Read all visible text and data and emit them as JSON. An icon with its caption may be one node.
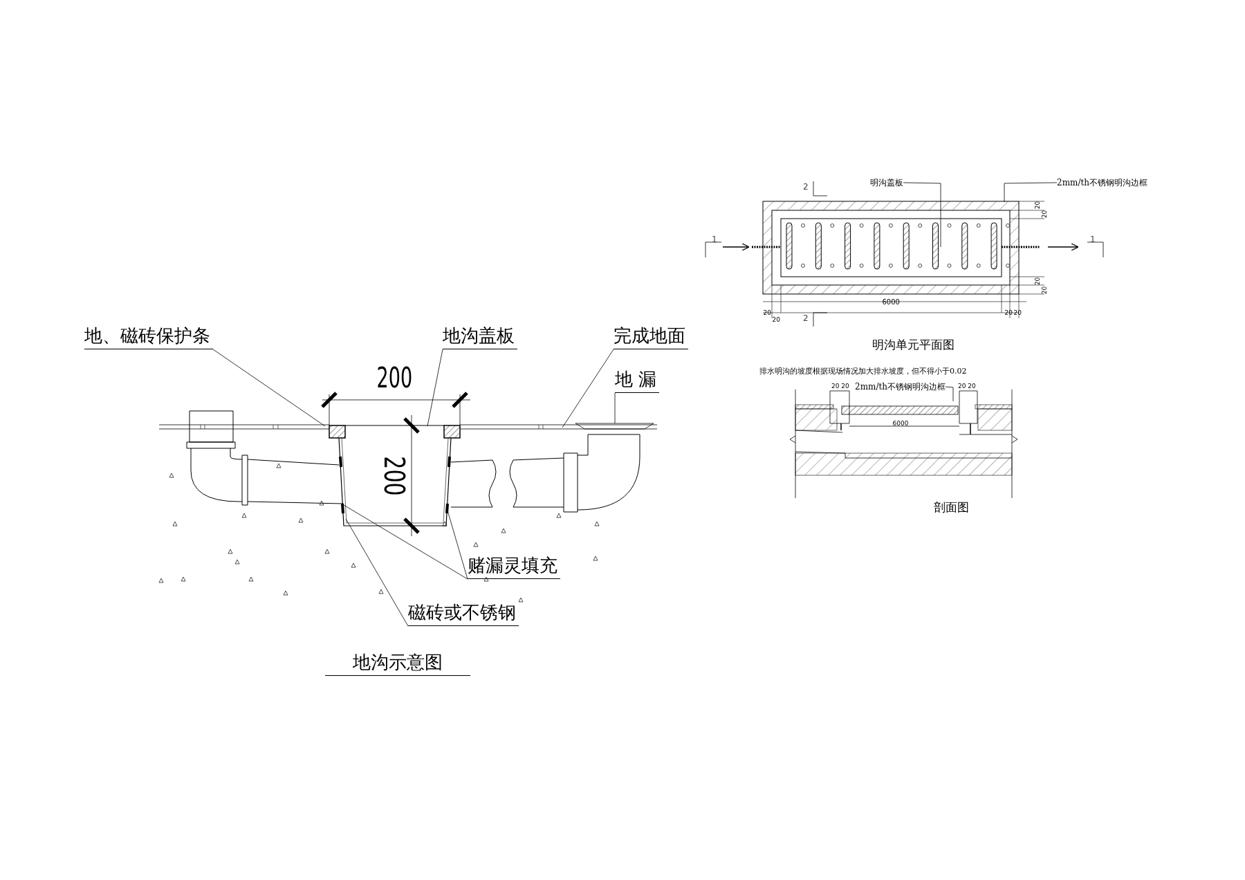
{
  "diagram": {
    "nodes": [
      {
        "text": [
          "地、磁砖保护条"
        ]
      },
      {
        "text": [
          "地沟盖板"
        ]
      },
      {
        "text": [
          "完成地面"
        ]
      },
      {
        "text": [
          "地 漏"
        ]
      },
      {
        "text": [
          "赌漏灵填充"
        ]
      },
      {
        "text": [
          "磁砖或不锈钢"
        ]
      },
      {
        "text": [
          "明沟盖板"
        ]
      },
      {
        "text": [
          "2mm/th不锈钢明沟边框"
        ]
      },
      {
        "text": [
          "2mm/th不锈钢明沟边框"
        ]
      }
    ],
    "edges": [
      {
        "from": 0,
        "to": null,
        "arrow": "none"
      },
      {
        "from": 1,
        "to": null,
        "arrow": "none"
      },
      {
        "from": 2,
        "to": null,
        "arrow": "none"
      },
      {
        "from": 3,
        "to": null,
        "arrow": "none"
      },
      {
        "from": 4,
        "to": null,
        "arrow": "none"
      },
      {
        "from": 4,
        "to": null,
        "arrow": "none"
      },
      {
        "from": 5,
        "to": null,
        "arrow": "none"
      },
      {
        "from": 6,
        "to": null,
        "arrow": "none"
      },
      {
        "from": 7,
        "to": null,
        "arrow": "none"
      },
      {
        "from": 8,
        "to": null,
        "arrow": "none"
      }
    ],
    "labels": [
      "200",
      "200",
      "地沟示意图",
      "2",
      "1",
      "1",
      "20",
      "20",
      "20",
      "20",
      "20",
      "20",
      "6000",
      "20",
      "20",
      "2",
      "明沟单元平面图",
      "排水明沟的坡度根据现场情况加大排水坡度，但不得小于0.02",
      "20 20",
      "20 20",
      "6000",
      "剖面图"
    ]
  }
}
